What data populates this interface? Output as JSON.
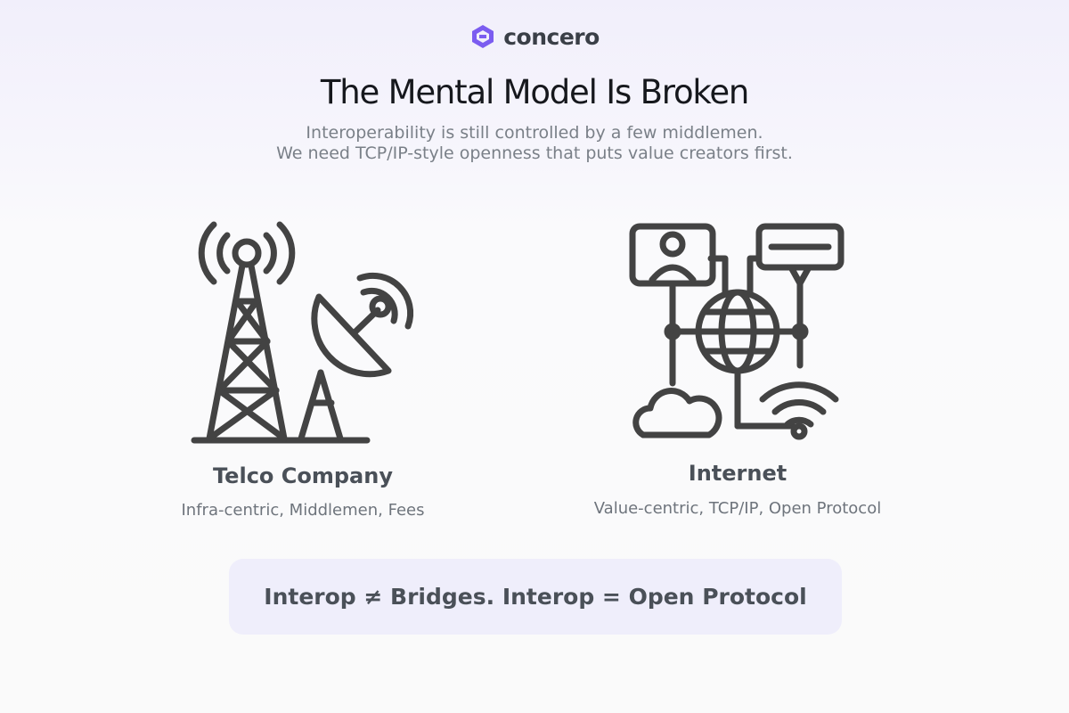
{
  "logo": {
    "text": "concero",
    "brand_color": "#7b5cf0",
    "icon": "concero-logo-icon"
  },
  "header": {
    "title": "The Mental Model Is Broken",
    "subtitle_line1": "Interoperability is still controlled by a few middlemen.",
    "subtitle_line2": "We need TCP/IP-style openness that puts value creators first."
  },
  "left": {
    "icon": "telecom-tower-satellite-dish-icon",
    "title": "Telco Company",
    "subtitle": "Infra-centric, Middlemen, Fees"
  },
  "right": {
    "icon": "internet-network-icon",
    "title": "Internet",
    "subtitle": "Value-centric, TCP/IP, Open Protocol"
  },
  "banner": {
    "text": "Interop ≠ Bridges. Interop = Open Protocol",
    "background": "#efeefb"
  },
  "colors": {
    "icon_stroke": "#434343",
    "title": "#16181d",
    "text": "#4a5058"
  }
}
